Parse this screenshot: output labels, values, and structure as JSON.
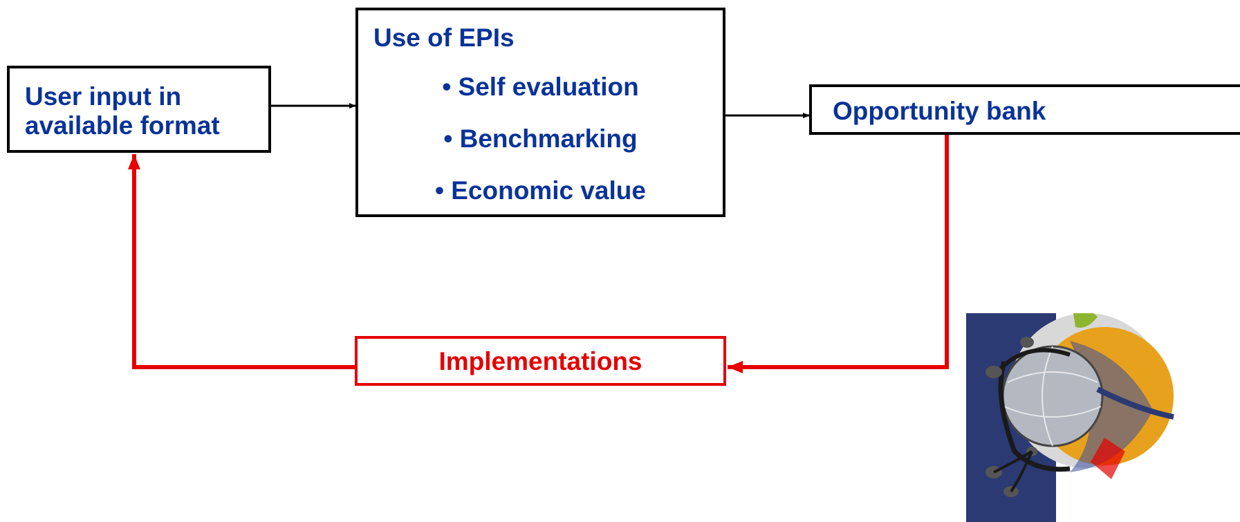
{
  "boxes": {
    "user_input": {
      "line1": "User input in",
      "line2": "available format"
    },
    "epis": {
      "title": "Use of EPIs",
      "items": [
        "Self evaluation",
        "Benchmarking",
        "Economic value"
      ]
    },
    "opportunity_bank": {
      "label": "Opportunity bank"
    },
    "implementations": {
      "label": "Implementations"
    }
  },
  "colors": {
    "text_blue": "#0a3399",
    "feedback_red": "#e60000",
    "border_black": "#000000",
    "logo_navy": "#2b3a73",
    "logo_orange": "#e8a11c",
    "logo_green": "#8fb530"
  },
  "connectors": [
    {
      "from": "user_input",
      "to": "epis",
      "color": "black"
    },
    {
      "from": "epis",
      "to": "opportunity_bank",
      "color": "black"
    },
    {
      "from": "opportunity_bank",
      "to": "implementations",
      "color": "red"
    },
    {
      "from": "implementations",
      "to": "user_input",
      "color": "red"
    }
  ],
  "logo": {
    "icon": "globe-network-logo"
  }
}
